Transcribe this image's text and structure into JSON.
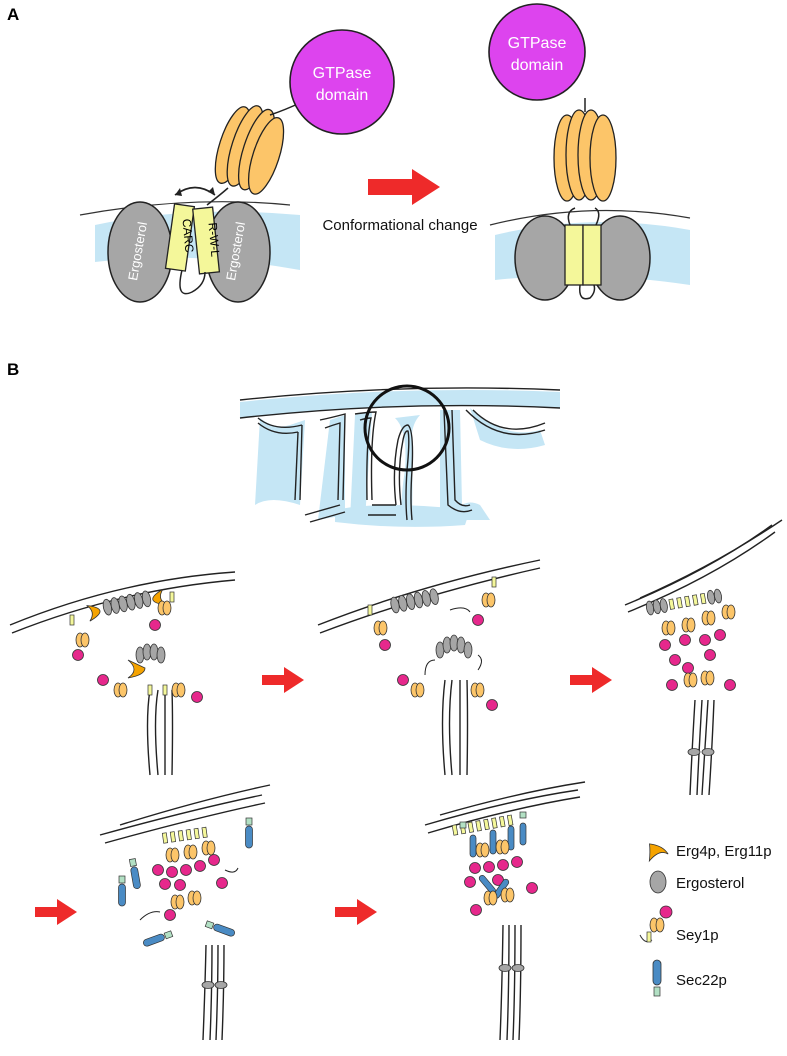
{
  "panels": {
    "a": "A",
    "b": "B"
  },
  "panel_a": {
    "gtpase_left": [
      "GTPase",
      "domain"
    ],
    "gtpase_right": [
      "GTPase",
      "domain"
    ],
    "ergosterol_left": "Ergosterol",
    "ergosterol_right": "Ergosterol",
    "carc": "CARC",
    "rwl": "R-W-L",
    "arrow_caption": "Conformational change"
  },
  "legend": {
    "erg": "Erg4p, Erg11p",
    "ergosterol": "Ergosterol",
    "sey1p": "Sey1p",
    "sec22p": "Sec22p"
  },
  "colors": {
    "gtpase": "#dd44ee",
    "helix": "#fcc569",
    "ergosterol": "#a6a6a6",
    "tm": "#f4f79a",
    "membrane": "#c5e6f5",
    "arrow": "#ee2a2a",
    "erg_enzyme": "#f5a300",
    "sey_head": "#e6288c",
    "sec22": "#4a8bc4",
    "sec22_tm": "#b2e0c4"
  }
}
